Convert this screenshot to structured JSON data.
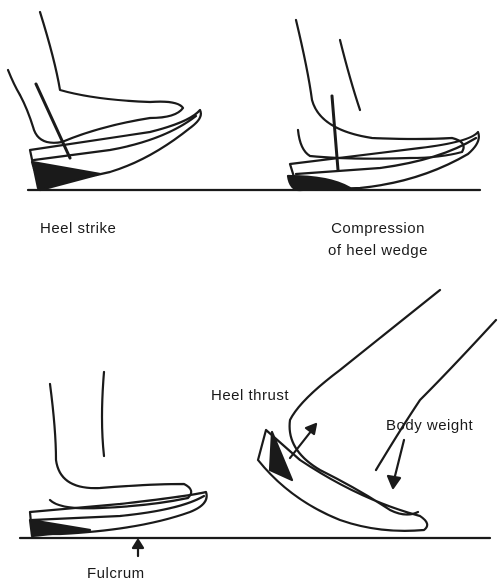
{
  "labels": {
    "heel_strike": "Heel strike",
    "compression_line1": "Compression",
    "compression_line2": "of heel wedge",
    "fulcrum": "Fulcrum",
    "heel_thrust": "Heel thrust",
    "body_weight": "Body weight"
  }
}
